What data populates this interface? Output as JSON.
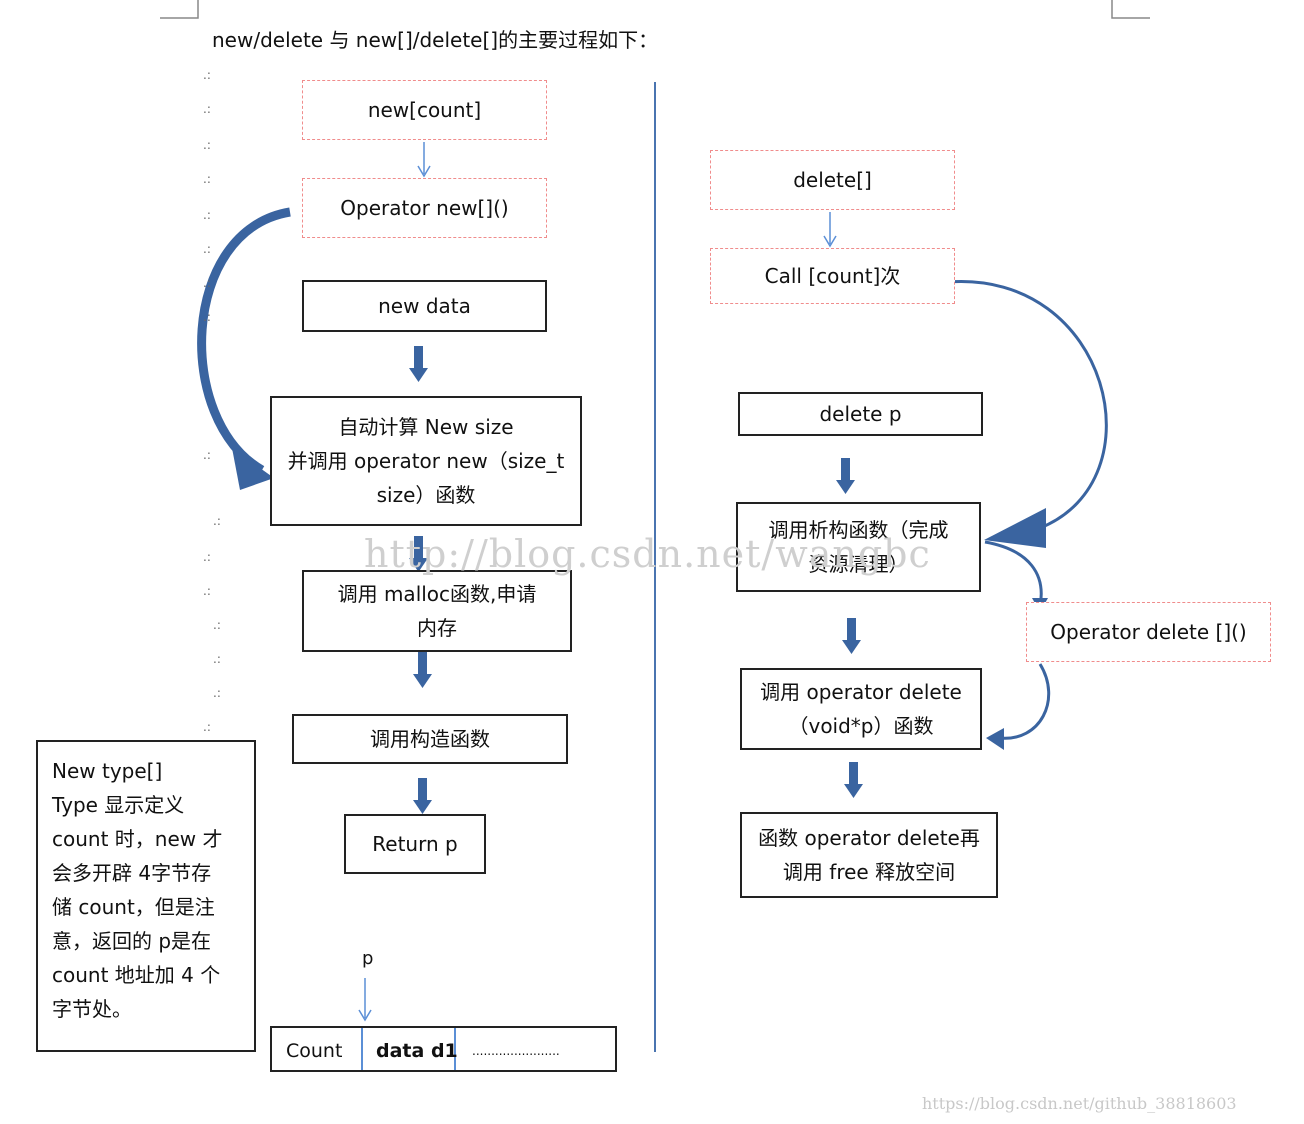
{
  "title": "new/delete 与 new[]/delete[]的主要过程如下：",
  "left": {
    "new_count": "new[count]",
    "operator_new": "Operator new[]()",
    "new_data": "new data",
    "auto_calc_1": "自动计算 New size",
    "auto_calc_2": "并调用 operator new（size_t",
    "auto_calc_3": "size）函数",
    "malloc_1": "调用 malloc函数,申请",
    "malloc_2": "内存",
    "ctor": "调用构造函数",
    "return_p": "Return p"
  },
  "right": {
    "delete_arr": "delete[]",
    "call_count": "Call [count]次",
    "delete_p": "delete p",
    "dtor_1": "调用析构函数（完成",
    "dtor_2": "资源清理）",
    "operator_delete": "Operator delete []()",
    "op_delete_1": "调用 operator delete",
    "op_delete_2": "（void*p）函数",
    "free_1": "函数 operator delete再",
    "free_2": "调用 free 释放空间"
  },
  "note": {
    "l1": "New type[]",
    "l2": "Type 显示定义",
    "l3": "count 时，new 才",
    "l4": "会多开辟 4字节存",
    "l5": "储 count，但是注",
    "l6": "意，返回的 p是在",
    "l7": "count 地址加 4 个",
    "l8": "字节处。"
  },
  "memory": {
    "pointer": "p",
    "count": "Count",
    "data": "data d1",
    "rest": "......................."
  },
  "watermark": {
    "center": "http://blog.csdn.net/wangbc",
    "corner": "https://blog.csdn.net/github_38818603"
  },
  "colors": {
    "arrow": "#3a64a0",
    "thin_arrow": "#5b8fd6",
    "dashed_border": "#f08c8c"
  }
}
